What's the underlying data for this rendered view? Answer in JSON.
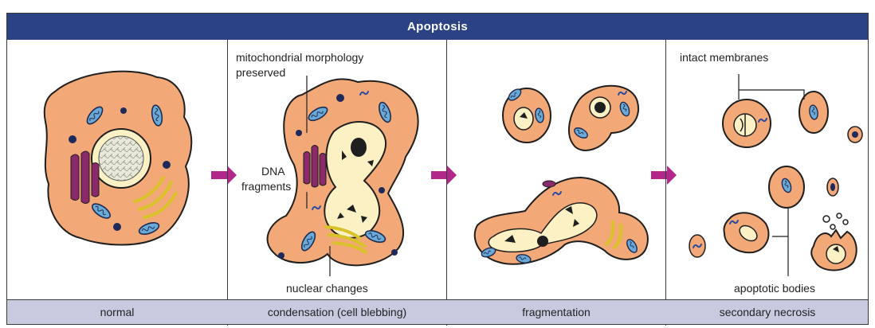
{
  "title": "Apoptosis",
  "stages": [
    {
      "caption": "normal"
    },
    {
      "caption": "condensation (cell blebbing)"
    },
    {
      "caption": "fragmentation"
    },
    {
      "caption": "secondary necrosis"
    }
  ],
  "labels": {
    "mitochondrial_line1": "mitochondrial morphology",
    "mitochondrial_line2": "preserved",
    "dna_line1": "DNA",
    "dna_line2": "fragments",
    "nuclear_changes": "nuclear changes",
    "intact_membranes": "intact membranes",
    "apoptotic_bodies": "apoptotic bodies"
  },
  "colors": {
    "title_bg": "#2b4384",
    "caption_bg": "#c8cbe0",
    "cytoplasm": "#f3a878",
    "nucleus": "#fbf1c4",
    "mitochondria": "#6aaad8",
    "er": "#8a2a6a",
    "golgi": "#d9c22a",
    "vesicle": "#1d2a5a",
    "arrow": "#b1278a"
  }
}
